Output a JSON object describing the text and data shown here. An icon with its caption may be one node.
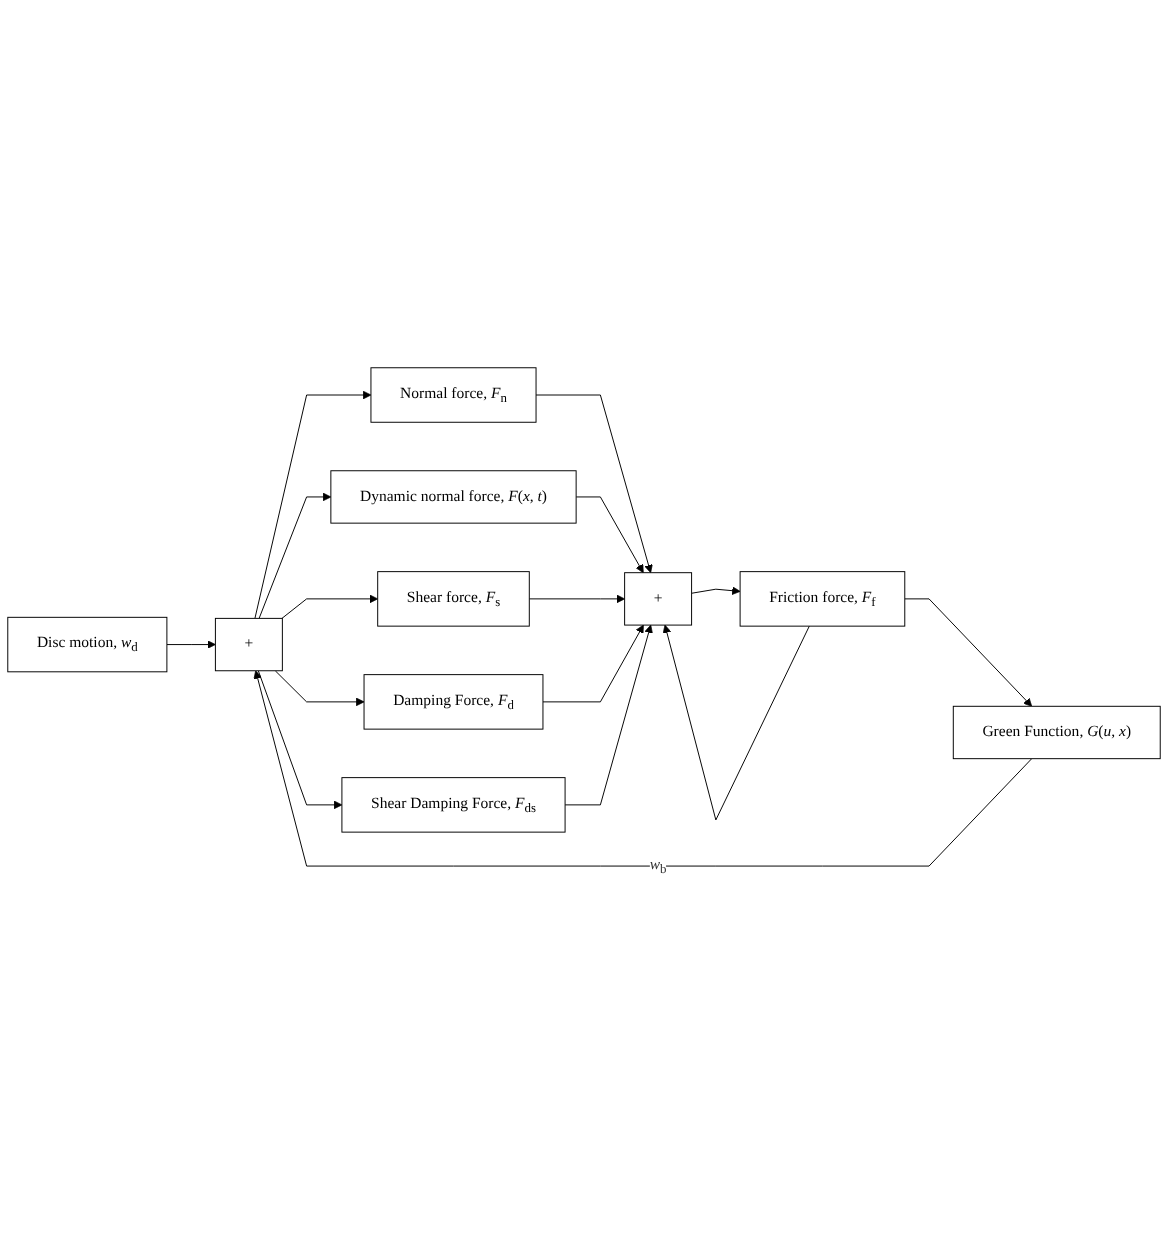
{
  "diagram": {
    "nodes": [
      {
        "text": [
          "Disc motion, *w*$_{d}$"
        ]
      },
      {
        "text": [
          "+"
        ]
      },
      {
        "text": [
          "Normal force, *F*$_{n}$"
        ]
      },
      {
        "text": [
          "Dynamic normal force, *F*(*x*, *t*)"
        ]
      },
      {
        "text": [
          "Shear force, *F*$_{s}$"
        ]
      },
      {
        "text": [
          "Damping Force, *F*$_{d}$"
        ]
      },
      {
        "text": [
          "Shear Damping Force, *F*$_{ds}$"
        ]
      },
      {
        "text": [
          "Green Function, *G*(*u*, *x*)"
        ]
      },
      {
        "text": [
          "Friction force, *F*$_{f}$"
        ]
      },
      {
        "text": [
          "+"
        ]
      }
    ],
    "edges": [
      {
        "from": 0,
        "to": 1,
        "arrow": "to"
      },
      {
        "from": 7,
        "to": 1,
        "arrow": "to",
        "label": "*w*$_{b}$"
      },
      {
        "from": 1,
        "to": 2,
        "arrow": "to"
      },
      {
        "from": 1,
        "to": 3,
        "arrow": "to"
      },
      {
        "from": 1,
        "to": 4,
        "arrow": "to"
      },
      {
        "from": 1,
        "to": 5,
        "arrow": "to"
      },
      {
        "from": 1,
        "to": 6,
        "arrow": "to"
      },
      {
        "from": 8,
        "to": 7,
        "arrow": "to"
      },
      {
        "from": 2,
        "to": 9,
        "arrow": "to"
      },
      {
        "from": 3,
        "to": 9,
        "arrow": "to"
      },
      {
        "from": 4,
        "to": 9,
        "arrow": "to"
      },
      {
        "from": 5,
        "to": 9,
        "arrow": "to"
      },
      {
        "from": 6,
        "to": 9,
        "arrow": "to"
      },
      {
        "from": 8,
        "to": 9,
        "arrow": "to"
      },
      {
        "from": 9,
        "to": 8,
        "arrow": "to"
      }
    ]
  }
}
